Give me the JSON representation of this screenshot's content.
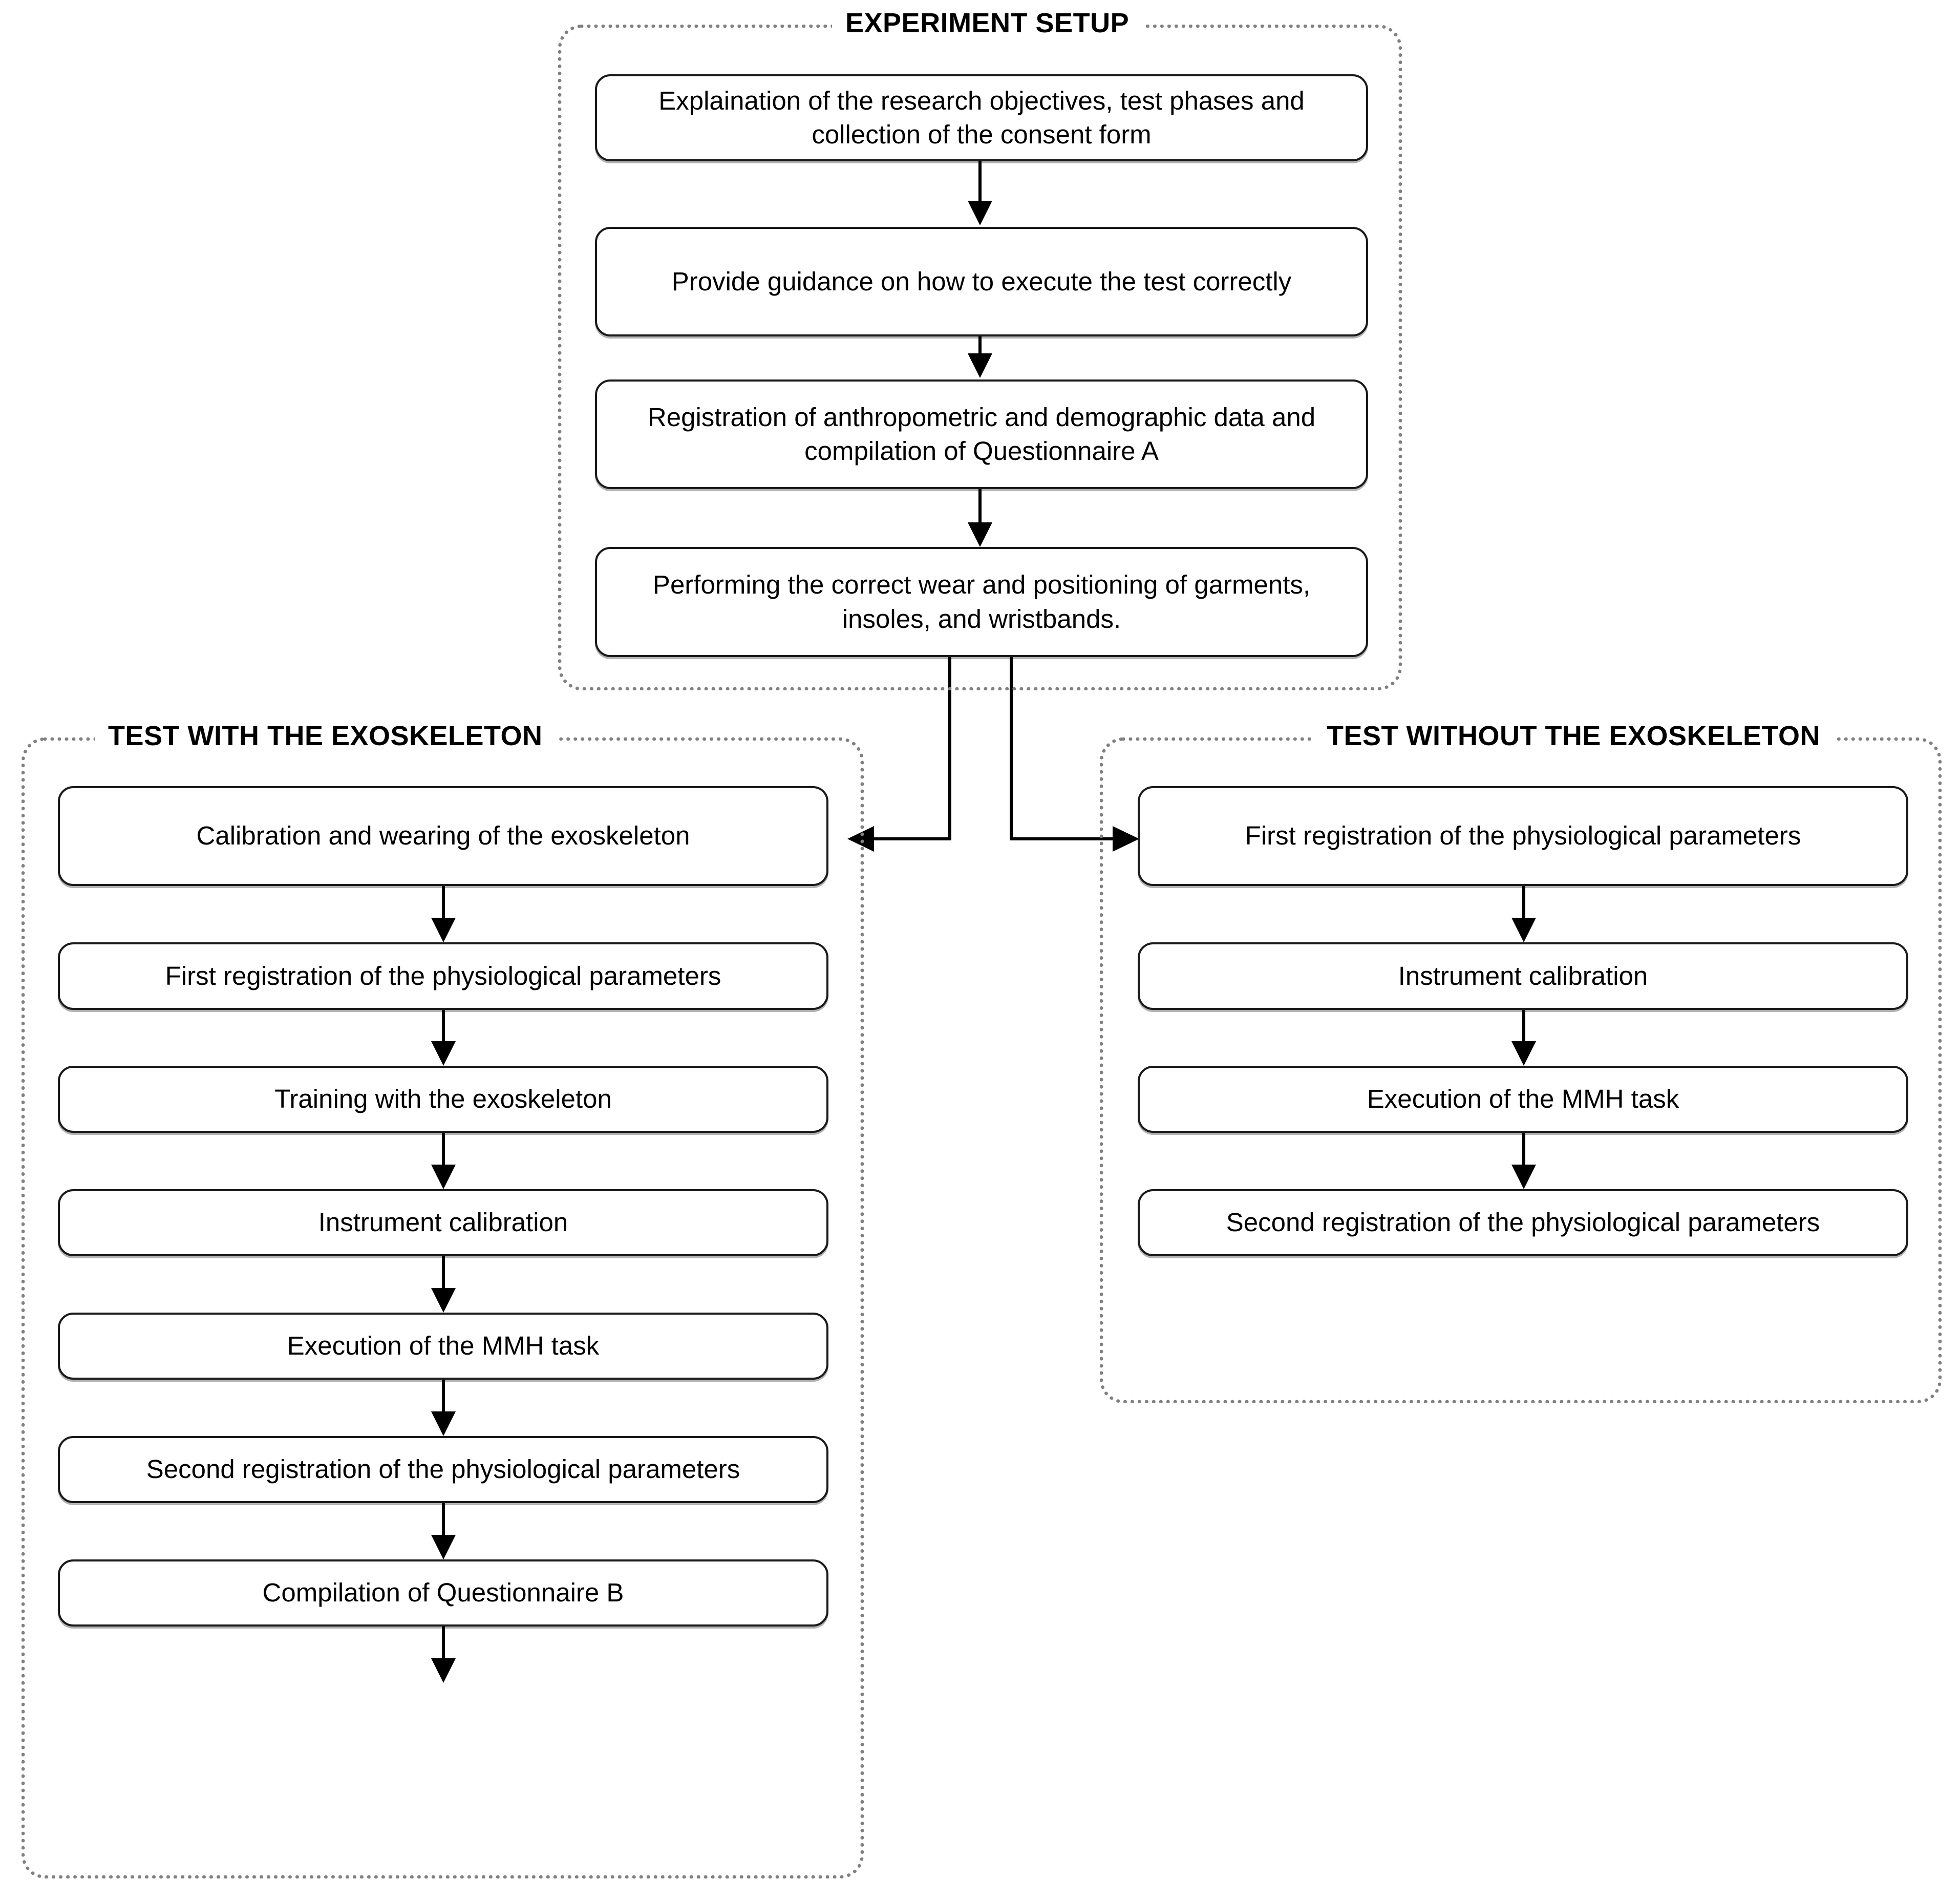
{
  "diagram": {
    "title_internal": "experimental-protocol-flowchart",
    "accent_color": "#000000",
    "group_border_color": "#808080",
    "box_border_color": "#1a1a1a",
    "background": "#ffffff"
  },
  "groups": {
    "setup": {
      "title": "EXPERIMENT SETUP",
      "steps": [
        {
          "label": "Explaination of the research objectives, test phases and collection of the consent form"
        },
        {
          "label": "Provide guidance on how to execute the test correctly"
        },
        {
          "label": "Registration of anthropometric and demographic data and compilation of Questionnaire A"
        },
        {
          "label": "Performing the correct wear and positioning of garments, insoles, and wristbands."
        }
      ]
    },
    "with_exo": {
      "title": "TEST WITH THE EXOSKELETON",
      "steps": [
        {
          "label": "Calibration and wearing of the exoskeleton"
        },
        {
          "label": "First registration of the physiological parameters"
        },
        {
          "label": "Training with the exoskeleton"
        },
        {
          "label": "Instrument calibration"
        },
        {
          "label": "Execution of the MMH task"
        },
        {
          "label": "Second registration of the physiological parameters"
        },
        {
          "label": "Compilation of Questionnaire B"
        }
      ]
    },
    "without_exo": {
      "title": "TEST WITHOUT THE EXOSKELETON",
      "steps": [
        {
          "label": "First registration of the physiological parameters"
        },
        {
          "label": "Instrument calibration"
        },
        {
          "label": "Execution of the MMH task"
        },
        {
          "label": "Second registration of the physiological parameters"
        }
      ]
    }
  }
}
